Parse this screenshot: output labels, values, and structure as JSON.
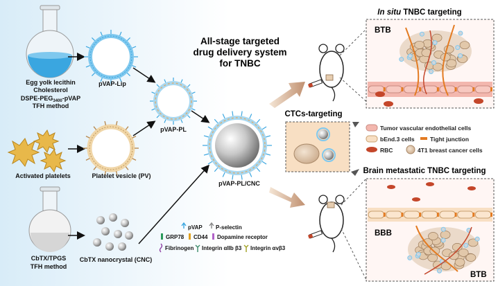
{
  "flask1": {
    "line1": "Egg yolk lecithin",
    "line2": "Cholesterol",
    "line3_pre": "DSPE-PEG",
    "line3_sub": "3400",
    "line3_post": "-pVAP",
    "line4": "TFH method"
  },
  "platelets_label": "Activated platelets",
  "flask2": {
    "line1": "CbTX/TPGS",
    "line2": "TFH method"
  },
  "pvap_lip": "pVAP-Lip",
  "pv": "Platelet vesicle (PV)",
  "pvap_pl": "pVAP-PL",
  "cnc": "CbTX nanocrystal (CNC)",
  "pvap_pl_cnc": "pVAP-PL/CNC",
  "title": {
    "line1": "All-stage targeted",
    "line2": "drug delivery system",
    "line3": "for TNBC"
  },
  "insitu": {
    "italic": "In situ",
    "rest": " TNBC targeting"
  },
  "btb_top": "BTB",
  "ctcs": "CTCs-targeting",
  "brain_met": "Brain metastatic TNBC targeting",
  "bbb": "BBB",
  "btb_bottom": "BTB",
  "legend_right": {
    "tumor_vascular": "Tumor vascular endothelial cells",
    "bend3": "bEnd.3 cells",
    "tight": "Tight junction",
    "rbc": "RBC",
    "cancer": "4T1 breast cancer cells"
  },
  "legend_bottom": {
    "pvap": "pVAP",
    "pselectin": "P-selectin",
    "grp78": "GRP78",
    "cd44": "CD44",
    "dopamine": "Dopamine receptor",
    "fibrinogen": "Fibrinogen",
    "integrin1": "Integrin αIIb β3",
    "integrin2": "Integrin αvβ3"
  },
  "colors": {
    "lipo_blue": "#3aa6e0",
    "cell_beige": "#e6cdb0",
    "vessel_pink": "#f3b7ae",
    "rbc": "#c4462a",
    "arrow_tan": "#c9a27e"
  }
}
